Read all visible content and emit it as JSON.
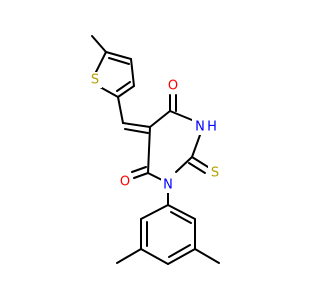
{
  "molecule": {
    "atoms": {
      "thiophene_s": {
        "label": "S",
        "color": "#b5a000"
      },
      "carbonyl_o_top": {
        "label": "O",
        "color": "#ff0000"
      },
      "nh": {
        "label": "N",
        "sub": "H",
        "color": "#0000ff"
      },
      "thione_s": {
        "label": "S",
        "color": "#b5a000"
      },
      "n_aryl": {
        "label": "N",
        "color": "#0000ff"
      },
      "carbonyl_o_bottom": {
        "label": "O",
        "color": "#ff0000"
      }
    }
  }
}
